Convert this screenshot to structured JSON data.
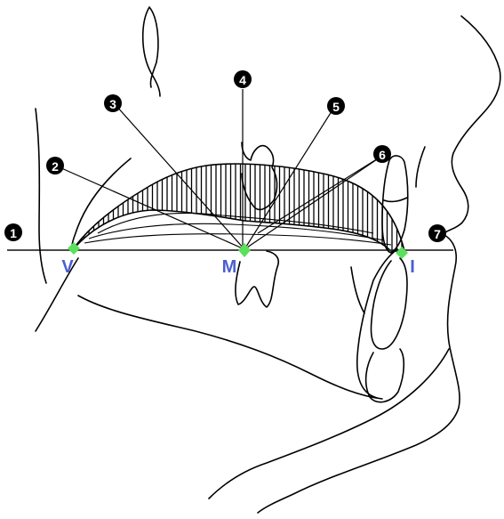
{
  "callouts": {
    "c1": "1",
    "c2": "2",
    "c3": "3",
    "c4": "4",
    "c5": "5",
    "c6": "6",
    "c7": "7"
  },
  "points": {
    "v": "V",
    "m": "M",
    "i": "I"
  },
  "colors": {
    "point_marker": "#5be05b",
    "point_label": "#4a5fcf",
    "line": "#000000"
  }
}
